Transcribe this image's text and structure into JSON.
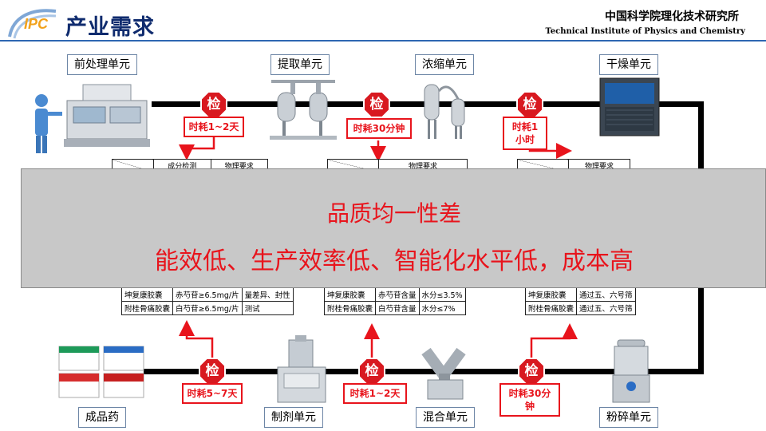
{
  "header": {
    "logo_text": "IPC",
    "title": "产业需求",
    "institute_cn": "中国科学院理化技术研究所",
    "institute_en": "Technical Institute of Physics and Chemistry"
  },
  "units": {
    "pretreatment": "前处理单元",
    "extraction": "提取单元",
    "concentration": "浓缩单元",
    "drying": "干燥单元",
    "product": "成品药",
    "formulation": "制剂单元",
    "mixing": "混合单元",
    "crushing": "粉碎单元"
  },
  "check_label": "检",
  "time_labels": {
    "pretreat_extract": "时耗1~2天",
    "extract_concentrate": "时耗30分钟",
    "concentrate_dry": "时耗1小时",
    "product_form": "时耗5~7天",
    "form_mix": "时耗1~2天",
    "mix_crush": "时耗30分钟"
  },
  "tables": {
    "left": {
      "header": [
        "成分检测",
        "物理要求"
      ],
      "rows": [
        [
          "坤复康胶囊",
          "赤芍苷≥6.5mg/片",
          "量差异、封性"
        ],
        [
          "附桂骨痛胶囊",
          "白芍苷≥6.5mg/片",
          "测试"
        ]
      ]
    },
    "middle": {
      "header": [
        "物理要求"
      ],
      "rows": [
        [
          "坤复康胶囊",
          "赤芍苷含量",
          "水分≤3.5%"
        ],
        [
          "附桂骨痛胶囊",
          "白芍苷含量",
          "水分≤7%"
        ]
      ]
    },
    "right": {
      "header": [
        "物理要求"
      ],
      "rows": [
        [
          "坤复康胶囊",
          "通过五、六号筛"
        ],
        [
          "附桂骨痛胶囊",
          "通过五、六号筛"
        ]
      ]
    }
  },
  "overlay": {
    "line1": "品质均一性差",
    "line2": "能效低、生产效率低、智能化水平低，成本高"
  },
  "colors": {
    "accent_red": "#e8141c",
    "title_blue": "#0f2b6e",
    "rule_blue": "#2e67b2",
    "overlay_gray": "#c8c8c8"
  }
}
